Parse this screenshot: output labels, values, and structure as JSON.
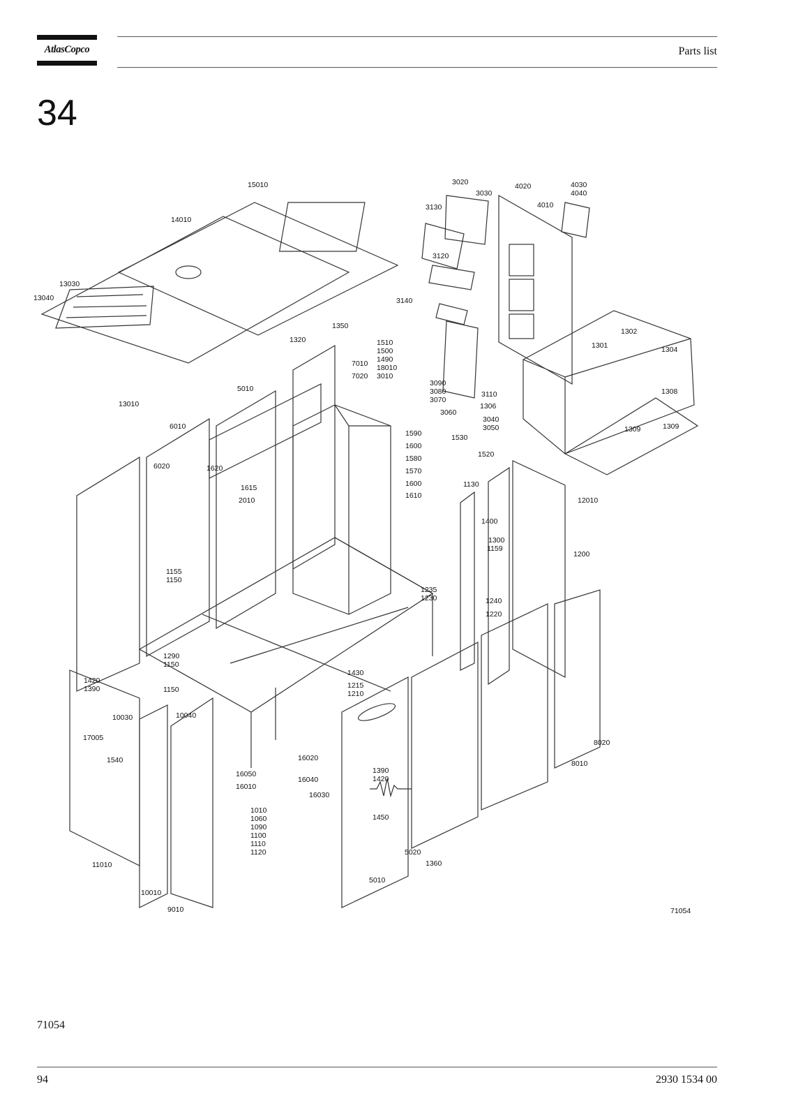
{
  "header": {
    "logo_text": "AtlasCopco",
    "title": "Parts list"
  },
  "section_number": "34",
  "diagram": {
    "drawing_id": "71054",
    "callouts": [
      "15010",
      "14010",
      "13030",
      "13040",
      "13010",
      "1350",
      "1320",
      "3020",
      "3030",
      "3130",
      "4020",
      "4030",
      "4040",
      "4010",
      "3120",
      "3140",
      "1302",
      "1301",
      "1304",
      "1510",
      "1500",
      "1490",
      "18010",
      "3010",
      "7010",
      "7020",
      "5010",
      "6010",
      "6020",
      "1620",
      "1615",
      "2010",
      "3090",
      "3080",
      "3070",
      "3110",
      "3060",
      "3040",
      "3050",
      "1306",
      "1308",
      "1309",
      "1309",
      "1590",
      "1530",
      "1600",
      "1580",
      "1520",
      "1570",
      "1600",
      "1610",
      "1130",
      "12010",
      "1400",
      "1300",
      "1159",
      "1200",
      "1235",
      "1230",
      "1240",
      "1220",
      "1155",
      "1150",
      "1290",
      "1150",
      "1420",
      "1390",
      "1150",
      "10030",
      "10040",
      "17005",
      "1540",
      "1430",
      "1215",
      "1210",
      "16020",
      "16050",
      "16040",
      "16010",
      "16030",
      "1010",
      "1060",
      "1090",
      "1100",
      "1110",
      "1120",
      "1390",
      "1420",
      "1450",
      "5010",
      "5020",
      "1360",
      "8020",
      "8010",
      "11010",
      "10010",
      "9010",
      "71054"
    ]
  },
  "footer": {
    "drawing_id": "71054",
    "page_number": "94",
    "doc_number": "2930 1534 00"
  }
}
